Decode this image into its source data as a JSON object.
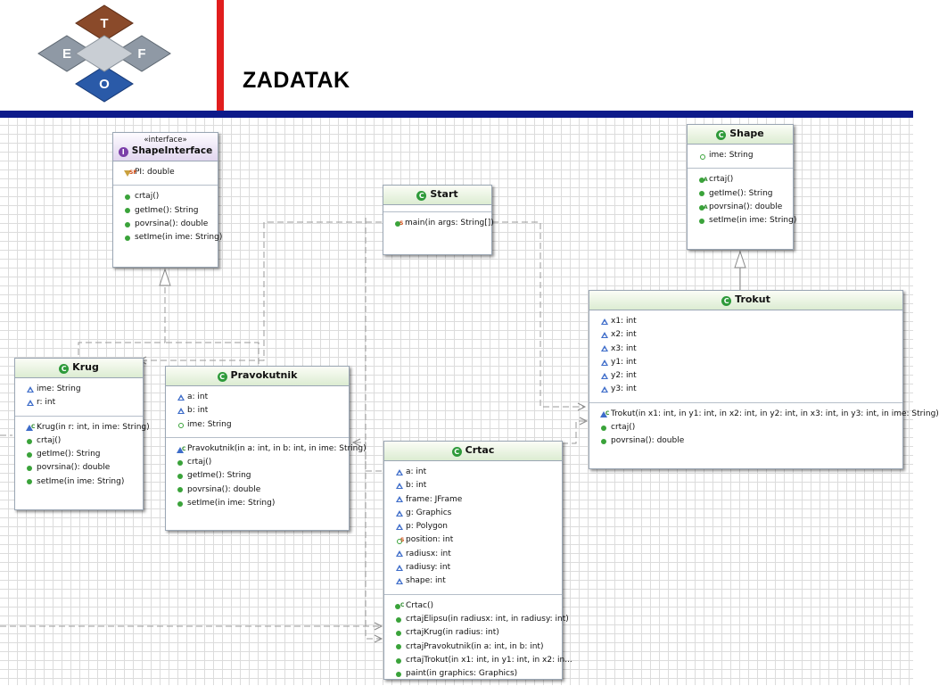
{
  "slide": {
    "title": "ZADATAK",
    "logo": {
      "top": "T",
      "left": "E",
      "right": "F",
      "bottom": "O"
    }
  },
  "colors": {
    "red_bar": "#e11d1d",
    "blue_bar": "#0d1a8a",
    "class_badge": "#2e9a3a",
    "interface_badge": "#7b3ea8"
  },
  "diagram": {
    "shape_interface": {
      "stereotype": "«interface»",
      "name": "ShapeInterface",
      "fields": [
        "PI: double"
      ],
      "methods": [
        "crtaj()",
        "getIme(): String",
        "povrsina(): double",
        "setIme(in ime: String)"
      ]
    },
    "start": {
      "name": "Start",
      "methods": [
        "main(in args: String[])"
      ]
    },
    "shape": {
      "name": "Shape",
      "fields": [
        "ime: String"
      ],
      "methods": [
        "crtaj()",
        "getIme(): String",
        "povrsina(): double",
        "setIme(in ime: String)"
      ]
    },
    "trokut": {
      "name": "Trokut",
      "fields": [
        "x1: int",
        "x2: int",
        "x3: int",
        "y1: int",
        "y2: int",
        "y3: int"
      ],
      "methods": [
        "Trokut(in x1: int, in y1: int, in x2: int, in y2: int, in x3: int, in y3: int, in ime: String)",
        "crtaj()",
        "povrsina(): double"
      ]
    },
    "krug": {
      "name": "Krug",
      "fields": [
        "ime: String",
        "r: int"
      ],
      "methods": [
        "Krug(in r: int, in ime: String)",
        "crtaj()",
        "getIme(): String",
        "povrsina(): double",
        "setIme(in ime: String)"
      ]
    },
    "pravokutnik": {
      "name": "Pravokutnik",
      "fields": [
        "a: int",
        "b: int",
        "ime: String"
      ],
      "methods": [
        "Pravokutnik(in a: int, in b: int, in ime: String)",
        "crtaj()",
        "getIme(): String",
        "povrsina(): double",
        "setIme(in ime: String)"
      ]
    },
    "crtac": {
      "name": "Crtac",
      "fields": [
        "a: int",
        "b: int",
        "frame: JFrame",
        "g: Graphics",
        "p: Polygon",
        "position: int",
        "radiusx: int",
        "radiusy: int",
        "shape: int"
      ],
      "methods": [
        "Crtac()",
        "crtajElipsu(in radiusx: int, in radiusy: int)",
        "crtajKrug(in radius: int)",
        "crtajPravokutnik(in a: int, in b: int)",
        "crtajTrokut(in x1: int, in y1: int, in x2: in...",
        "paint(in graphics: Graphics)"
      ]
    }
  }
}
